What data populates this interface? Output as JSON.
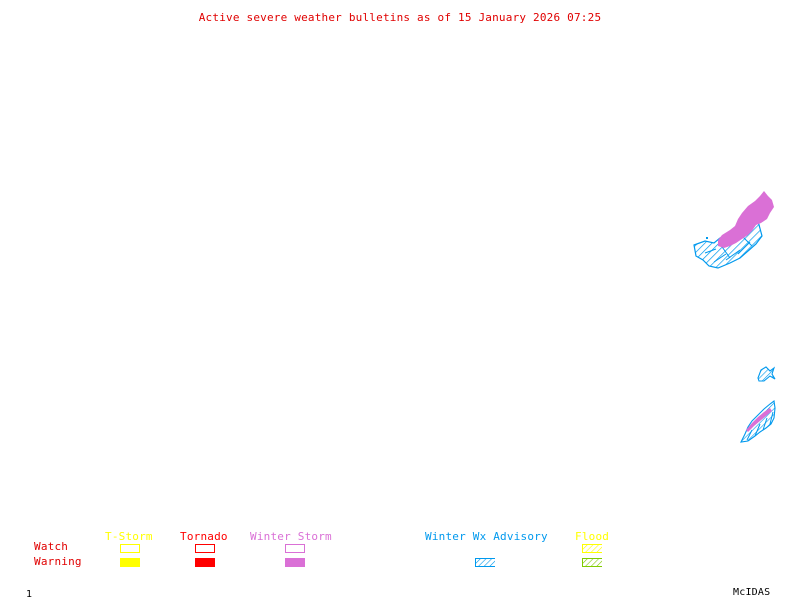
{
  "title": "Active severe weather bulletins as of 15 January 2026 07:25",
  "colors": {
    "title": "#e00000",
    "tstorm": "#ffff00",
    "tornado": "#ff0000",
    "winter_storm": "#da70d6",
    "winter_wx_advisory": "#0099ee",
    "flood_watch": "#ffff00",
    "flood_warning": "#7fcc00",
    "row_label": "#e00000",
    "footer": "#000000"
  },
  "legend": {
    "row_labels": {
      "watch": "Watch",
      "warning": "Warning"
    },
    "columns": {
      "tstorm": "T-Storm",
      "tornado": "Tornado",
      "winter_storm": "Winter Storm",
      "winter_wx_advisory": "Winter Wx Advisory",
      "flood": "Flood"
    }
  },
  "map": {
    "regions": [
      {
        "name": "northeast-winter-storm-warning",
        "type": "winter_storm_warning"
      },
      {
        "name": "northeast-winter-wx-advisory",
        "type": "winter_wx_advisory"
      },
      {
        "name": "midatlantic-winter-wx-advisory-small",
        "type": "winter_wx_advisory"
      },
      {
        "name": "southeast-winter-storm-warning",
        "type": "winter_storm_warning"
      },
      {
        "name": "southeast-winter-wx-advisory",
        "type": "winter_wx_advisory"
      }
    ]
  },
  "footer": {
    "frame_number": "1",
    "brand": "McIDAS"
  }
}
